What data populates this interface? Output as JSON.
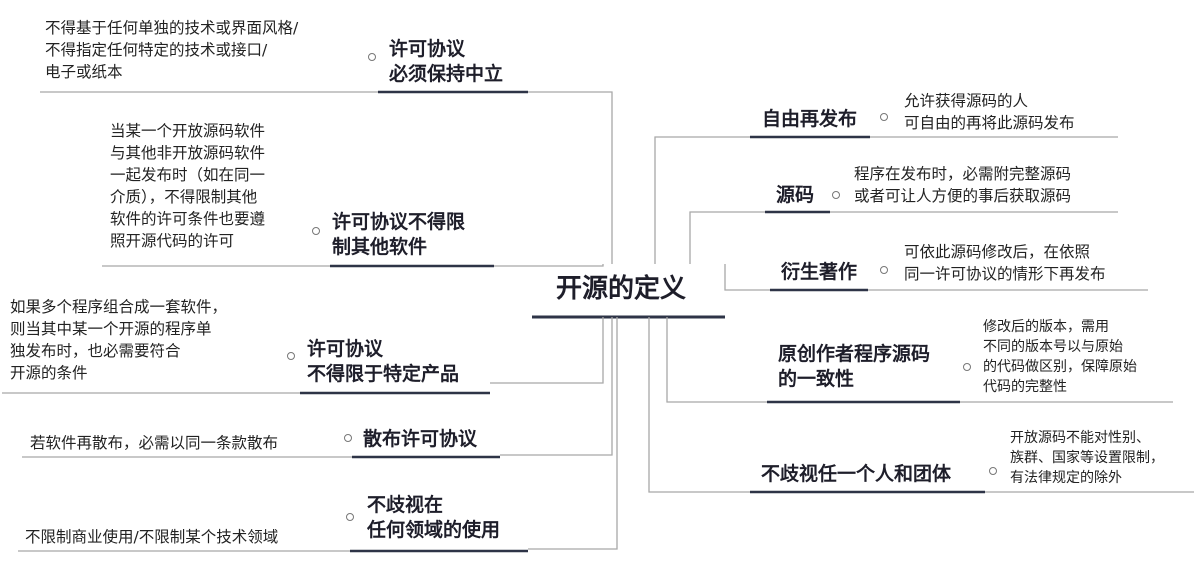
{
  "root": {
    "label": "开源的定义"
  },
  "left_branches": [
    {
      "label_lines": [
        "许可协议",
        "必须保持中立"
      ],
      "note_lines": [
        "不得基于任何单独的技术或界面风格/",
        "不得指定任何特定的技术或接口/",
        "电子或纸本"
      ]
    },
    {
      "label_lines": [
        "许可协议不得限",
        "制其他软件"
      ],
      "note_lines": [
        "当某一个开放源码软件",
        "与其他非开放源码软件",
        "一起发布时（如在同一",
        "介质），不得限制其他",
        "软件的许可条件也要遵",
        "照开源代码的许可"
      ]
    },
    {
      "label_lines": [
        "许可协议",
        "不得限于特定产品"
      ],
      "note_lines": [
        "如果多个程序组合成一套软件，",
        "则当其中某一个开源的程序单",
        "独发布时，也必需要符合",
        "开源的条件"
      ]
    },
    {
      "label_lines": [
        "散布许可协议"
      ],
      "note_lines": [
        "若软件再散布，必需以同一条款散布"
      ]
    },
    {
      "label_lines": [
        "不歧视在",
        "任何领域的使用"
      ],
      "note_lines": [
        "不限制商业使用/不限制某个技术领域"
      ]
    }
  ],
  "right_branches": [
    {
      "label_lines": [
        "自由再发布"
      ],
      "note_lines": [
        "允许获得源码的人",
        "可自由的再将此源码发布"
      ]
    },
    {
      "label_lines": [
        "源码"
      ],
      "note_lines": [
        "程序在发布时，必需附完整源码",
        "或者可让人方便的事后获取源码"
      ]
    },
    {
      "label_lines": [
        "衍生著作"
      ],
      "note_lines": [
        "可依此源码修改后，在依照",
        "同一许可协议的情形下再发布"
      ]
    },
    {
      "label_lines": [
        "原创作者程序源码",
        "的一致性"
      ],
      "note_lines": [
        "修改后的版本，需用",
        "不同的版本号以与原始",
        "的代码做区别，保障原始",
        "代码的完整性"
      ]
    },
    {
      "label_lines": [
        "不歧视任一个人和团体"
      ],
      "note_lines": [
        "开放源码不能对性别、",
        "族群、国家等设置限制，",
        "有法律规定的除外"
      ]
    }
  ],
  "colors": {
    "node_underline": "#2e3447",
    "connector": "#a0a0a0",
    "text": "#1e1e2a"
  }
}
